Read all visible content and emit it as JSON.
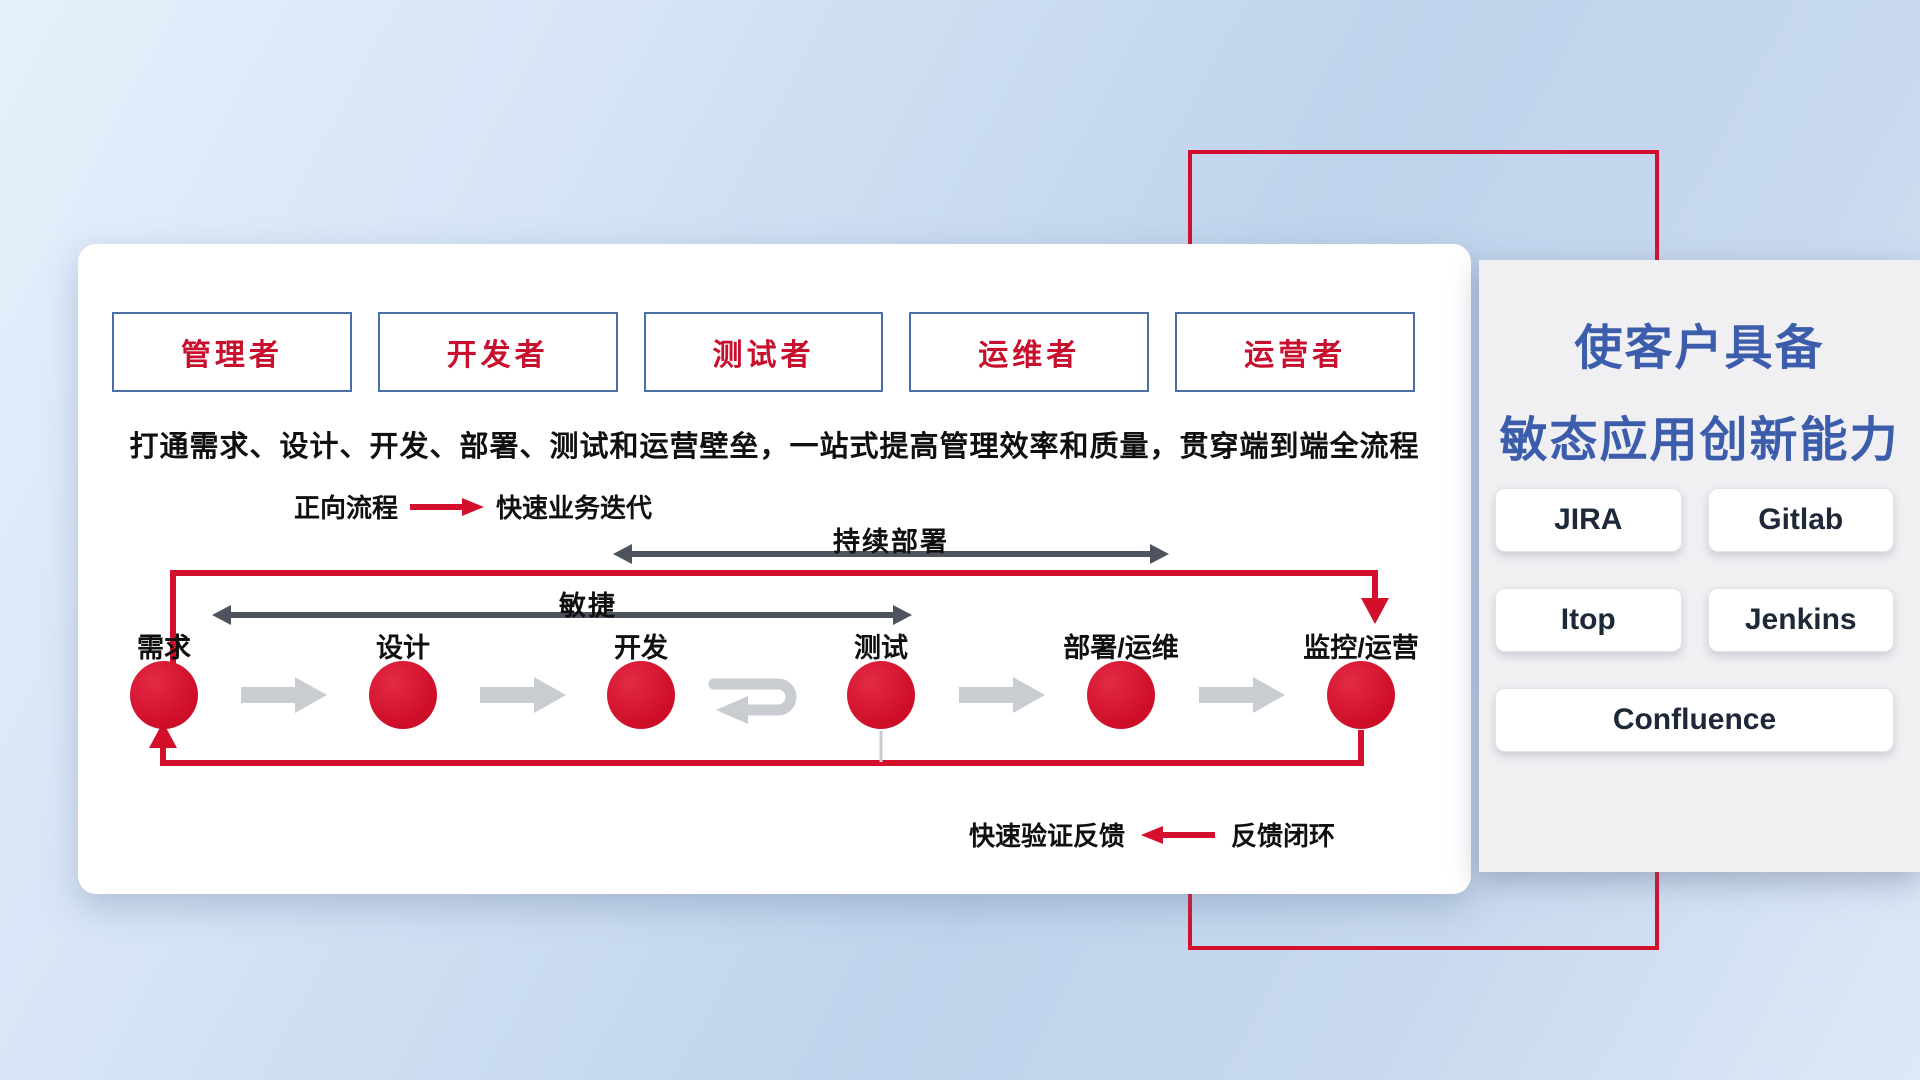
{
  "roles": [
    "管理者",
    "开发者",
    "测试者",
    "运维者",
    "运营者"
  ],
  "subtitle": "打通需求、设计、开发、部署、测试和运营壁垒，一站式提高管理效率和质量，贯穿端到端全流程",
  "forward_legend": {
    "label": "正向流程",
    "desc": "快速业务迭代"
  },
  "feedback_legend": {
    "desc": "快速验证反馈",
    "label": "反馈闭环"
  },
  "range_arrows": {
    "continuous_deploy": "持续部署",
    "agile": "敏捷"
  },
  "steps": [
    "需求",
    "设计",
    "开发",
    "测试",
    "部署/运维",
    "监控/运营"
  ],
  "side_panel": {
    "title_line1": "使客户具备",
    "title_line2": "敏态应用创新能力",
    "tools": [
      "JIRA",
      "Gitlab",
      "Itop",
      "Jenkins",
      "Confluence"
    ]
  },
  "colors": {
    "accent_red": "#d40f2c",
    "dark_arrow": "#4d545e",
    "gray_arrow": "#c9ccd0",
    "title_blue": "#3c5dab",
    "role_text_red": "#c8102e",
    "role_border_blue": "#4a6fa5"
  }
}
